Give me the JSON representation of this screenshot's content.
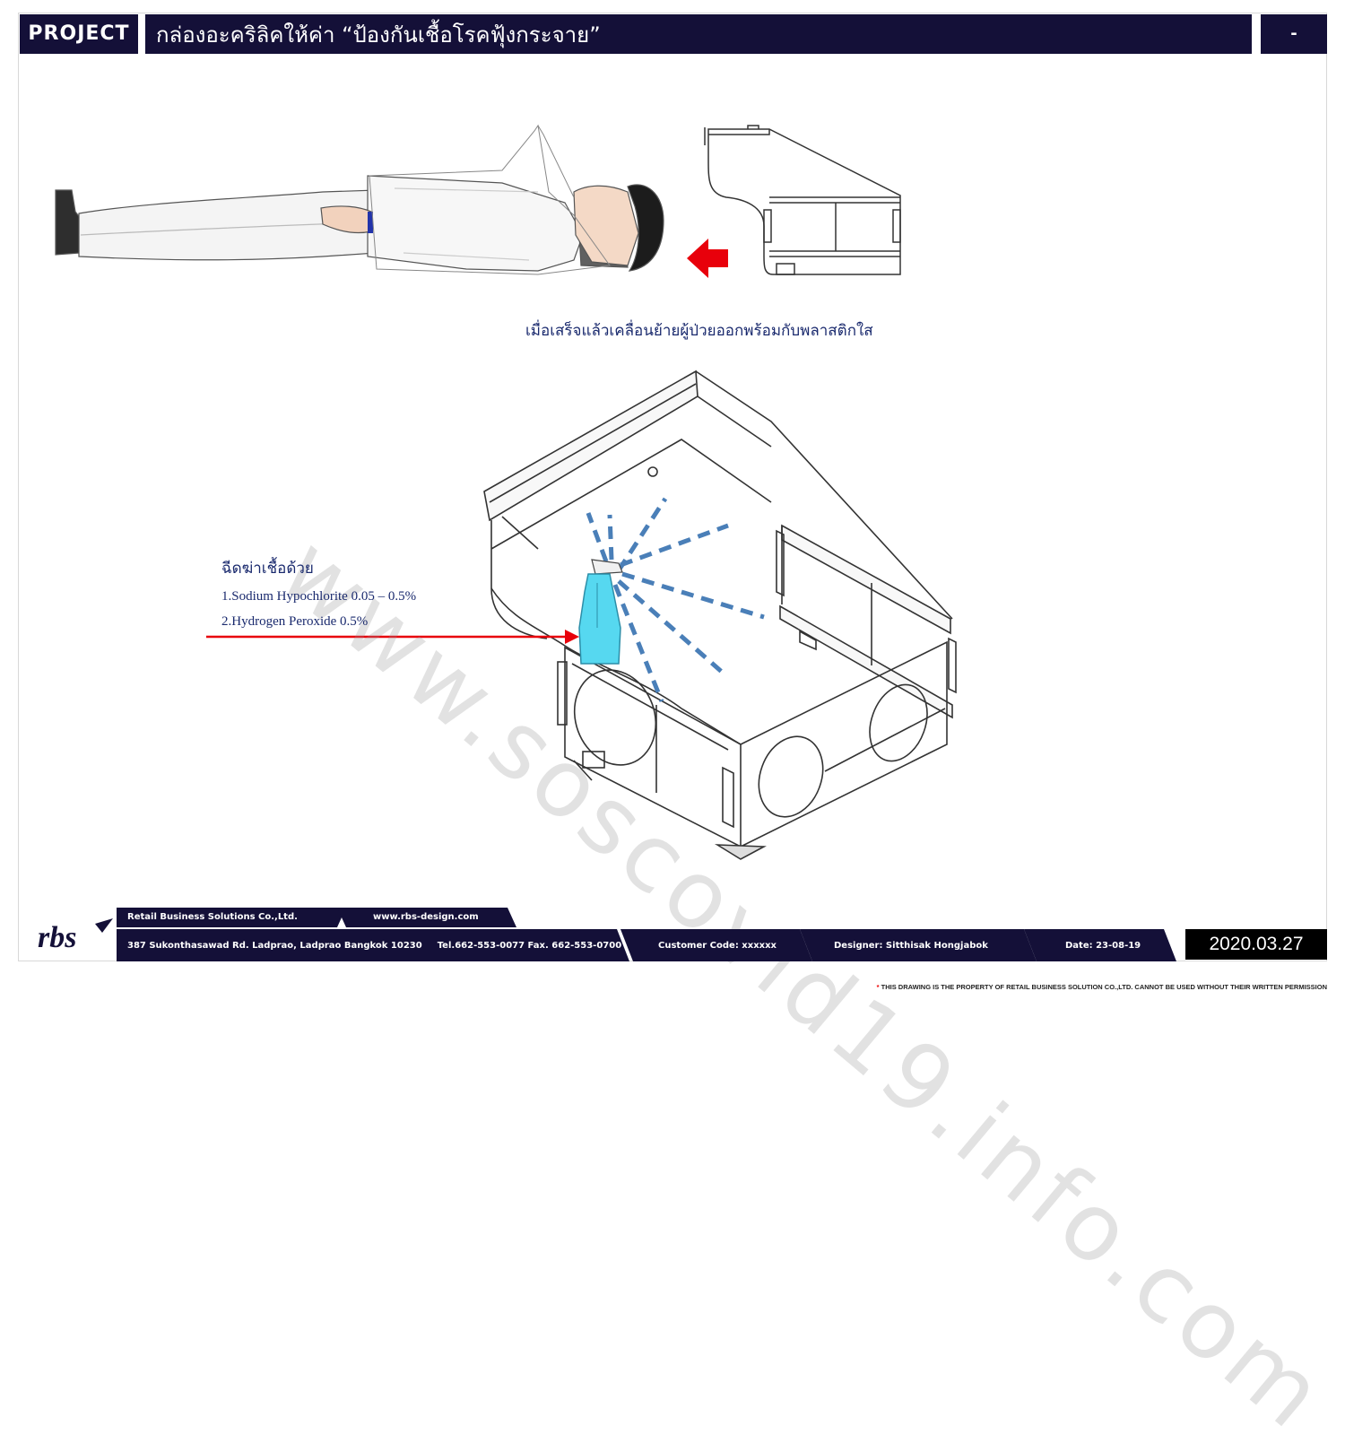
{
  "header": {
    "project_label": "PROJECT",
    "title": "กล่องอะคริลิคให้ค่า “ป้องกันเชื้อโรคฟุ้งกระจาย”",
    "page_number": "-"
  },
  "caption": "เมื่อเสร็จแล้วเคลื่อนย้ายผู้ป่วยออกพร้อมกับพลาสติกใส",
  "notes": {
    "heading": "ฉีดฆ่าเชื้อด้วย",
    "items": [
      "1.Sodium Hypochlorite 0.05 – 0.5%",
      "2.Hydrogen Peroxide 0.5%"
    ]
  },
  "watermark": "www.soscovid19.info.com",
  "footer": {
    "logo_text": "rbs",
    "company": "Retail Business Solutions Co.,Ltd.",
    "website": "www.rbs-design.com",
    "address": "387 Sukonthasawad Rd. Ladprao, Ladprao Bangkok 10230",
    "tel": "Tel.662-553-0077 Fax. 662-553-0700",
    "customer_code": "Customer Code: xxxxxx",
    "designer": "Designer: Sitthisak Hongjabok",
    "date": "Date: 23-08-19",
    "revision_date": "2020.03.27",
    "disclaimer_mark": "*",
    "disclaimer": "THIS DRAWING IS THE PROPERTY OF RETAIL BUSINESS SOLUTION CO.,LTD. CANNOT BE USED WITHOUT THEIR WRITTEN PERMISSION"
  },
  "colors": {
    "header_bg": "#141038",
    "arrow_red": "#e8000b",
    "spray_blue": "#4a7fb8",
    "bottle_cyan": "#56d8f0",
    "text_blue": "#1a2a6e"
  }
}
